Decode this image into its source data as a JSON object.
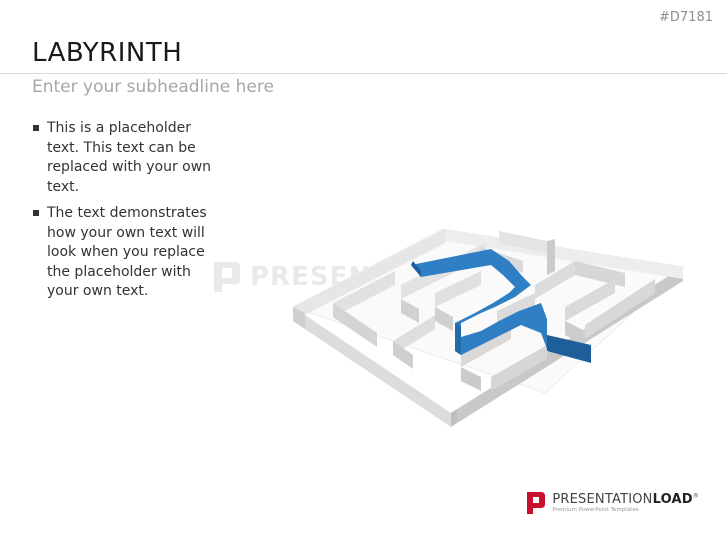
{
  "slide_id": "#D7181",
  "title": "LABYRINTH",
  "subtitle": "Enter your subheadline here",
  "bullets": [
    "This is a placeholder text. This text can be replaced with your own text.",
    "The text demonstrates how your own text will look when you replace the placeholder with your own text."
  ],
  "watermark": "PRESENTATIONLOAD",
  "brand": {
    "name_regular": "PRESENTATION",
    "name_bold": "LOAD",
    "registered": "®",
    "tagline": "Premium PowerPoint Templates",
    "color": "#c8102e"
  },
  "maze": {
    "wall_color": "#d9d9d9",
    "path_color": "#2f7fc4"
  },
  "icons": [
    "maze-illustration",
    "brand-logo-icon"
  ]
}
